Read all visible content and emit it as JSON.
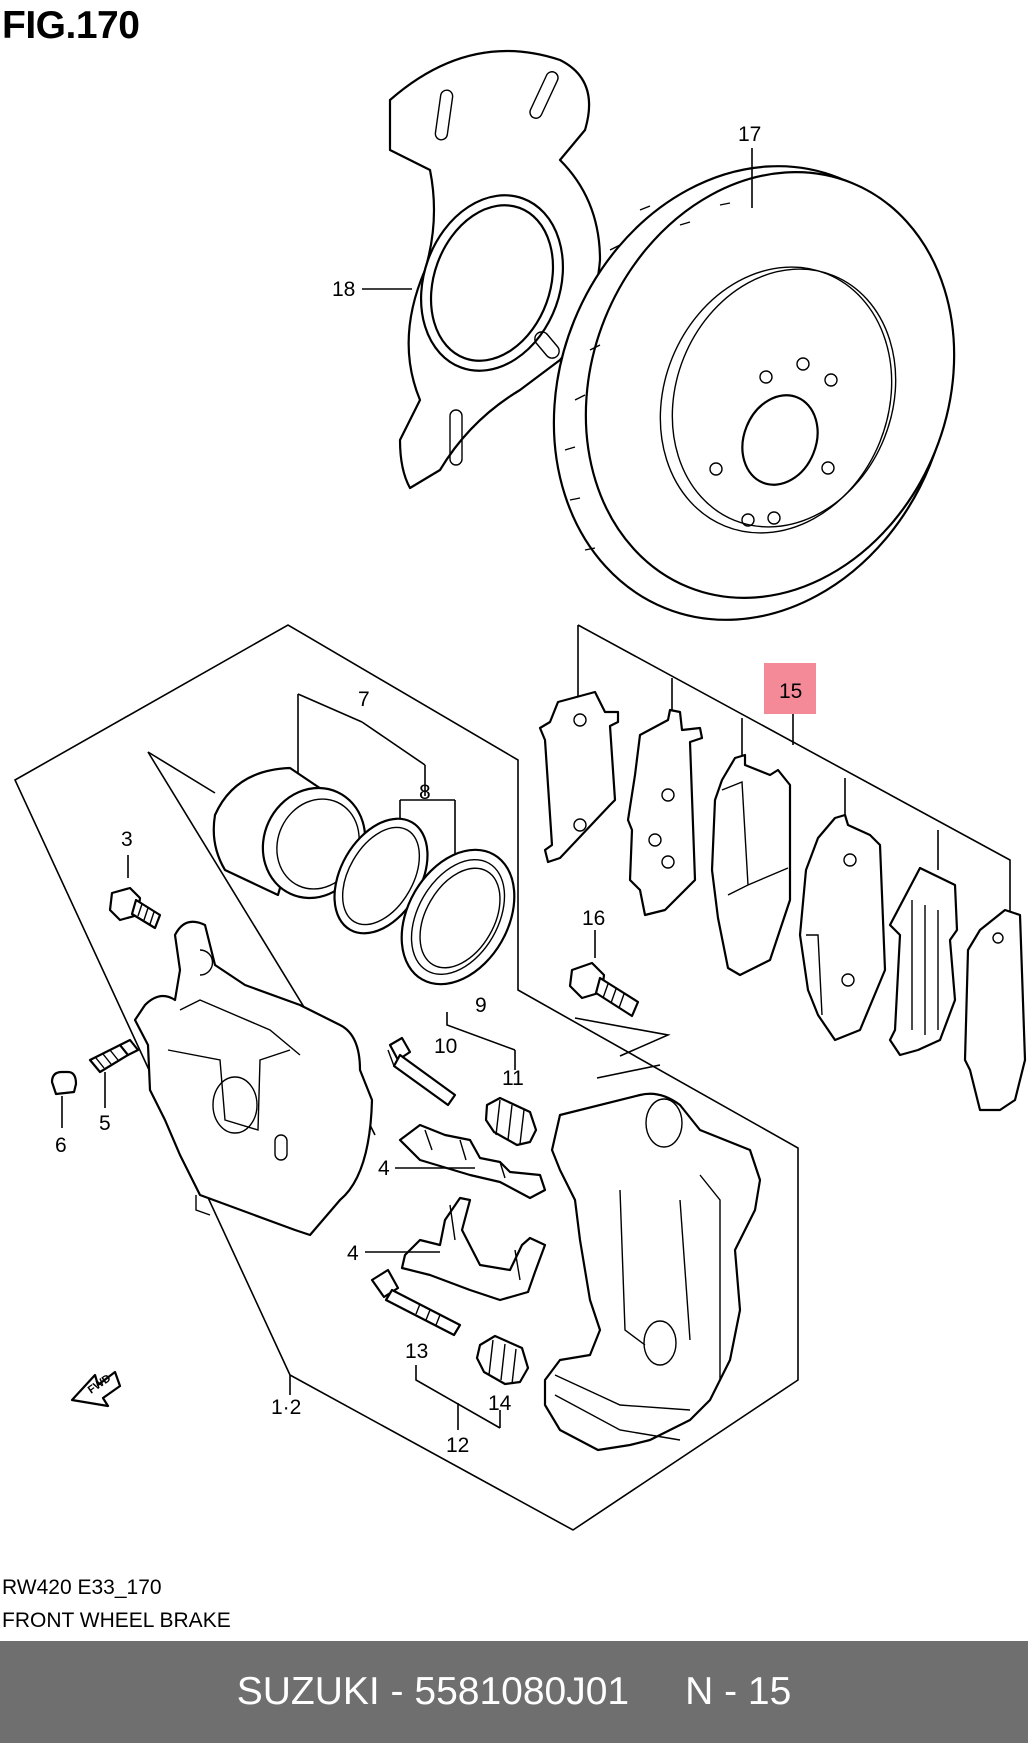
{
  "figure": {
    "title": "FIG.170"
  },
  "callouts": {
    "c17": "17",
    "c18": "18",
    "c15": "15",
    "c7": "7",
    "c8": "8",
    "c3": "3",
    "c16": "16",
    "c9": "9",
    "c10": "10",
    "c11": "11",
    "c5": "5",
    "c6": "6",
    "c4a": "4",
    "c4b": "4",
    "c13": "13",
    "c14": "14",
    "c12": "12",
    "c12b": "1·2"
  },
  "fwd_label": "FWD",
  "highlight_color": "#f48a98",
  "caption": {
    "code": "RW420 E33_170",
    "name": "FRONT WHEEL BRAKE"
  },
  "footer": {
    "part": "SUZUKI - 5581080J01",
    "ref": "N - 15"
  }
}
